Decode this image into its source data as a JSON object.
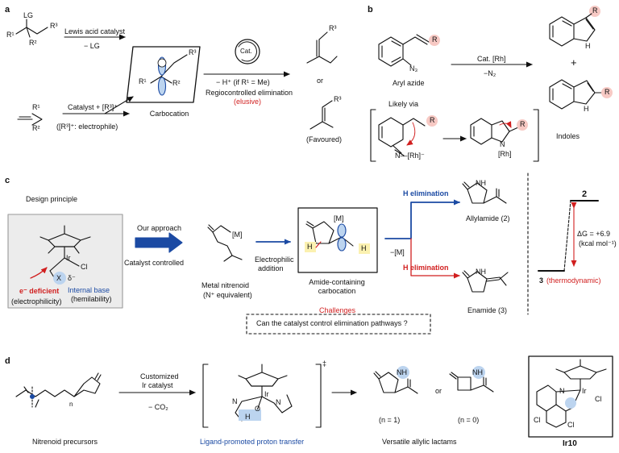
{
  "panels": {
    "a": "a",
    "b": "b",
    "c": "c",
    "d": "d"
  },
  "colors": {
    "blue": "#1b4aa3",
    "red": "#d11f1f",
    "light_blue": "#bcd4ef",
    "yellow": "#fbf1b0",
    "grey_box": "#ececec"
  },
  "a": {
    "lg": "LG",
    "r3_top": "R³",
    "r1": "R¹",
    "r2": "R²",
    "lewis_acid": "Lewis acid catalyst",
    "minus_lg": "− LG",
    "catalyst_r3": "Catalyst + [R³]⁺",
    "electrophile": "([R³]⁺: electrophile)",
    "carbocation": "Carbocation",
    "cat": "Cat.",
    "minus_h": "− H⁺ (if R¹ = Me)",
    "regio": "Regiocontrolled elimination",
    "elusive": "(elusive)",
    "or": "or",
    "favoured": "(Favoured)",
    "r1b": "R¹",
    "r2b": "R²",
    "r3c": "R³",
    "r3p1": "R³",
    "r3p2": "R³"
  },
  "b": {
    "r_azide": "R",
    "n3": "N₃",
    "aryl_azide": "Aryl azide",
    "cat_rh": "Cat. [Rh]",
    "minus_n2": "−N₂",
    "likely_via": "Likely via",
    "rh_n": "N—[Rh]⁻",
    "r_int1": "R",
    "r_int2": "R",
    "nh_rh": "N",
    "rh_label": "[Rh]",
    "indoles": "Indoles",
    "plus": "+",
    "r_ind1": "R",
    "r_ind2": "R",
    "h1": "H",
    "h2": "H"
  },
  "c": {
    "design_principle": "Design principle",
    "cl": "Cl",
    "ir": "Ir",
    "x": "X",
    "delta": "δ⁻",
    "e_deficient": "e⁻ deficient",
    "electrophilicity": "(electrophilicity)",
    "internal_base": "Internal base",
    "hemilability": "(hemilability)",
    "our_approach": "Our approach",
    "catalyst_controlled": "Catalyst controlled",
    "m_top": "[M]",
    "nitrenoid": "Metal nitrenoid",
    "n_equiv": "(N⁺ equivalent)",
    "electrophilic": "Electrophilic",
    "addition": "addition",
    "m_int": "[M]",
    "h_left": "H",
    "h_right": "H",
    "amide_carbo1": "Amide-containing",
    "amide_carbo2": "carbocation",
    "minus_m": "−[M]",
    "h_elim_top": "H elimination",
    "h_elim_bot": "H elimination",
    "allylamide": "Allylamide (2)",
    "enamide": "Enamide (3)",
    "challenges": "Challenges",
    "question": "Can the catalyst control elimination pathways ?",
    "two": "2",
    "three": "3",
    "thermo": "(thermodynamic)",
    "dg": "ΔG = +6.9",
    "units": "(kcal mol⁻¹)"
  },
  "d": {
    "nitrenoid_prec": "Nitrenoid precursors",
    "n_sub": "n",
    "customized": "Customized",
    "ir_catalyst": "Ir catalyst",
    "minus_co2": "− CO₂",
    "ir": "Ir",
    "n_ts": "N",
    "o_ts": "O",
    "h_ts": "H",
    "n_ring": "N",
    "dagger": "‡",
    "ligand_promoted": "Ligand-promoted proton transfer",
    "or": "or",
    "n1": "(n = 1)",
    "n0": "(n = 0)",
    "versatile": "Versatile allylic lactams",
    "ir10": "Ir10",
    "cl_ir10": "Cl",
    "n_ir10": "N",
    "ir_ir10": "Ir",
    "cl_a": "Cl",
    "cl_b": "Cl",
    "nh1": "NH",
    "nh2": "NH"
  }
}
